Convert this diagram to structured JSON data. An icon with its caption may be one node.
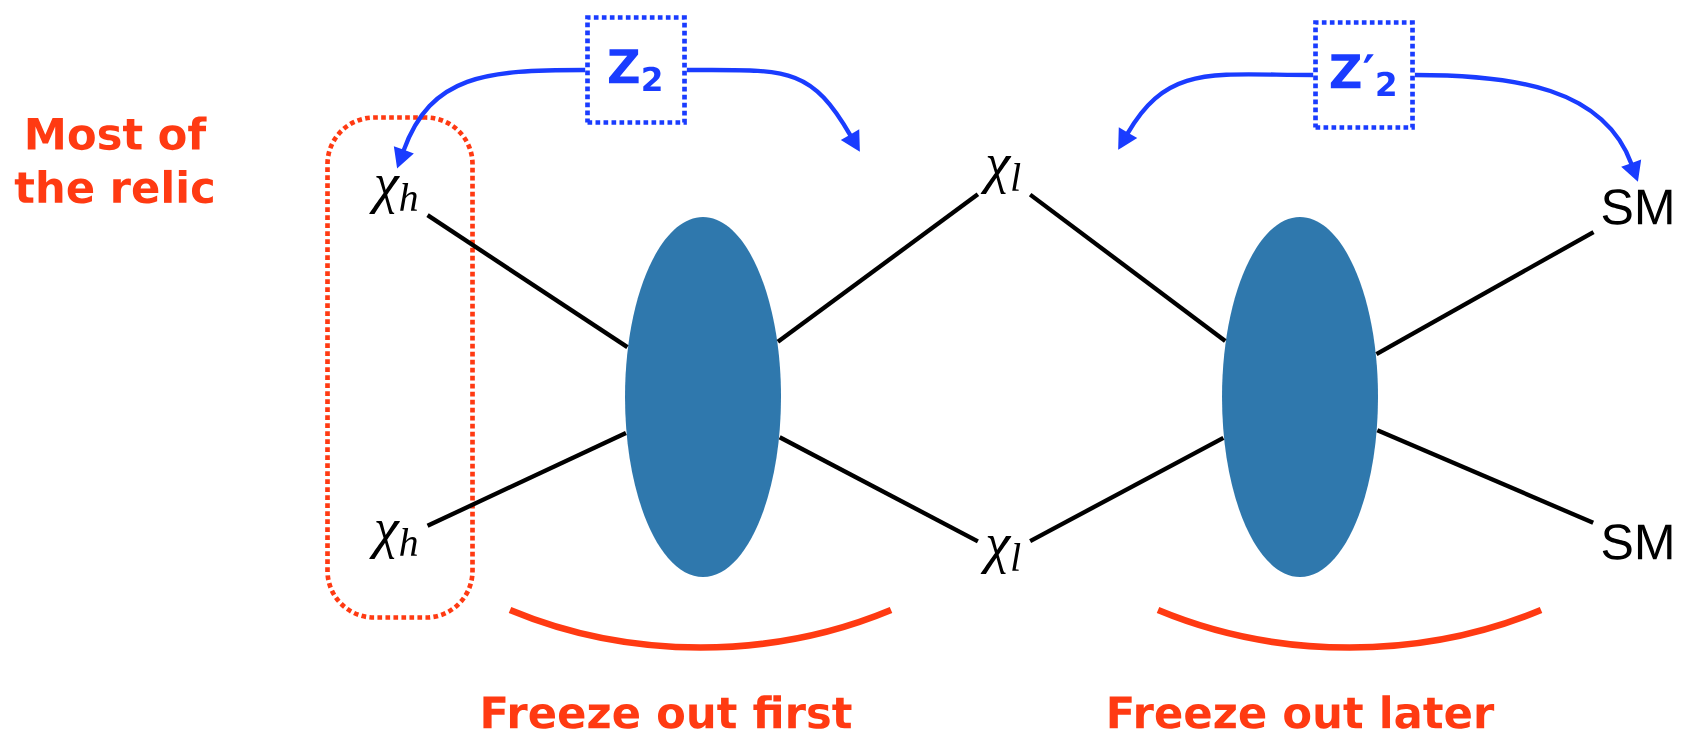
{
  "diagram": {
    "nodes": [
      {
        "text": [
          "Most of the relic"
        ]
      },
      {
        "text": [
          "χ$_{h}$"
        ],
        "in": 0
      },
      {
        "text": [
          "χ$_{h}$"
        ],
        "in": 0
      },
      {
        "text": [],
        "shape": "ellipse"
      },
      {
        "text": [
          "χ$_{l}$"
        ]
      },
      {
        "text": [
          "χ$_{l}$"
        ]
      },
      {
        "text": [],
        "shape": "ellipse"
      },
      {
        "text": [
          "SM"
        ]
      },
      {
        "text": [
          "SM"
        ]
      },
      {
        "text": [
          "Z$_{2}$"
        ]
      },
      {
        "text": [
          "Z′$_{2}$"
        ]
      }
    ],
    "edges": [
      {
        "from": 1,
        "to": 3,
        "arrow": "none"
      },
      {
        "from": 2,
        "to": 3,
        "arrow": "none"
      },
      {
        "from": 3,
        "to": 4,
        "arrow": "none"
      },
      {
        "from": 3,
        "to": 5,
        "arrow": "none"
      },
      {
        "from": 4,
        "to": 6,
        "arrow": "none"
      },
      {
        "from": 5,
        "to": 6,
        "arrow": "none"
      },
      {
        "from": 6,
        "to": 7,
        "arrow": "none"
      },
      {
        "from": 6,
        "to": 8,
        "arrow": "none"
      },
      {
        "from": 9,
        "to": 1,
        "arrow": "to",
        "color": "#1a3cff"
      },
      {
        "from": 9,
        "to": null,
        "arrow": "to",
        "color": "#1a3cff"
      },
      {
        "from": 10,
        "to": null,
        "arrow": "to",
        "color": "#1a3cff"
      },
      {
        "from": 10,
        "to": 7,
        "arrow": "to",
        "color": "#1a3cff"
      }
    ],
    "labels": [
      "Freeze out first",
      "Freeze out later"
    ]
  }
}
